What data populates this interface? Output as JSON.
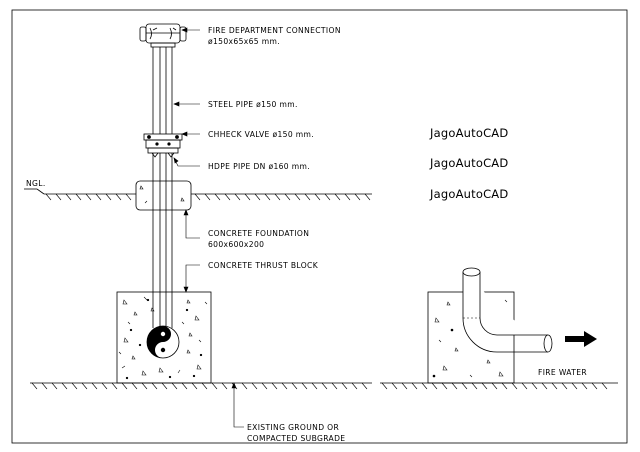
{
  "labels": {
    "fdc_line1": "FIRE DEPARTMENT CONNECTION",
    "fdc_line2": "ø150x65x65  mm.",
    "steel_pipe": "STEEL PIPE ø150 mm.",
    "check_valve": "CHHECK VALVE ø150 mm.",
    "hdpe_pipe": "HDPE PIPE DN  ø160  mm.",
    "ngl": "NGL.",
    "foundation_line1": "CONCRETE FOUNDATION",
    "foundation_line2": "600x600x200",
    "thrust_block": "CONCRETE THRUST BLOCK",
    "ground_line1": "EXISTING GROUND OR",
    "ground_line2": "COMPACTED SUBGRADE",
    "fire_water": "FIRE WATER"
  },
  "watermarks": [
    "JagoAutoCAD",
    "JagoAutoCAD",
    "JagoAutoCAD"
  ]
}
